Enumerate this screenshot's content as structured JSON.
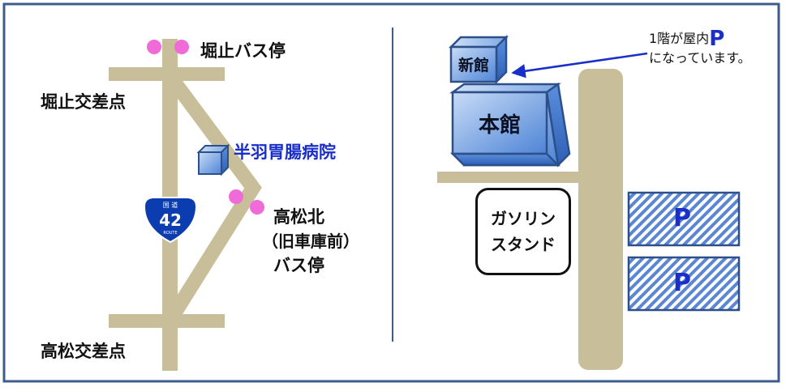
{
  "map": {
    "left": {
      "bus_stop_north": "堀止バス停",
      "intersection_north": "堀止交差点",
      "hospital": "半羽胃腸病院",
      "bus_stop_south_line1": "高松北",
      "bus_stop_south_line2": "（旧車庫前）",
      "bus_stop_south_line3": "バス停",
      "intersection_south": "高松交差点",
      "route_sign": {
        "top": "国 道",
        "number": "42",
        "bottom": "ROUTE"
      }
    },
    "right": {
      "annex": "新館",
      "main_building": "本館",
      "gas_station_line1": "ガソリン",
      "gas_station_line2": "スタンド",
      "parking_note_prefix": "1階が屋内",
      "parking_note_p": "P",
      "parking_note_line2": "になっています。",
      "parking_upper": "P",
      "parking_lower": "P"
    },
    "colors": {
      "road": "#c8bf9a",
      "building_blue": "#6b9be0",
      "parking_hatch": "#4f7fd0",
      "bus_stop_marker": "#f06ad8",
      "accent_blue": "#1a2fc9",
      "frame_border": "#3b5c8c"
    }
  }
}
